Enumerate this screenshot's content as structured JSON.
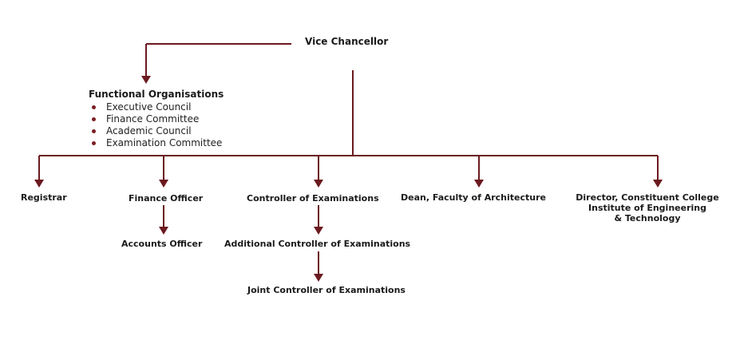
{
  "diagram": {
    "root": "Vice Chancellor",
    "functional": {
      "title": "Functional Organisations",
      "items": [
        "Executive Council",
        "Finance Committee",
        "Academic Council",
        "Examination Committee"
      ]
    },
    "branches": {
      "registrar": "Registrar",
      "finance_officer": "Finance Officer",
      "accounts_officer": "Accounts Officer",
      "controller": "Controller of Examinations",
      "additional_controller": "Additional Controller of Examinations",
      "joint_controller": "Joint Controller of Examinations",
      "dean": "Dean, Faculty of Architecture",
      "director_line1": "Director, Constituent College",
      "director_line2": "Institute of Engineering",
      "director_line3": "& Technology"
    },
    "colors": {
      "connector": "#6b1a1f",
      "text": "#1a1a1a",
      "bullet": "#7b1f24"
    }
  }
}
